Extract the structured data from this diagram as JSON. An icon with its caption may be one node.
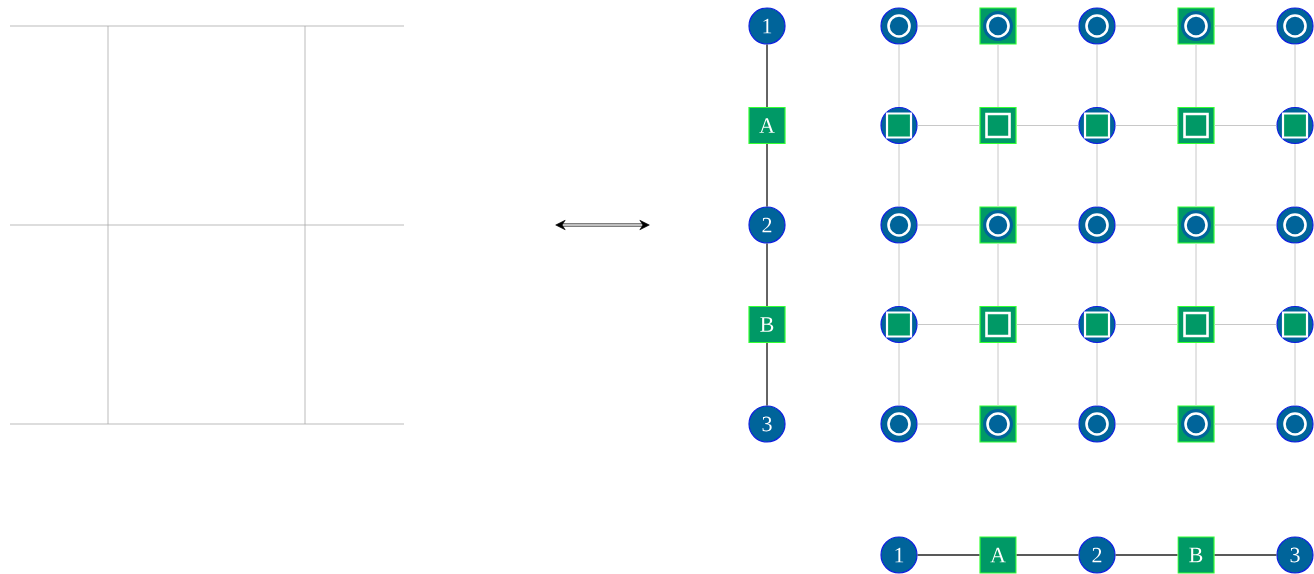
{
  "diagram": {
    "nodes": [
      {
        "text": [
          "1"
        ]
      },
      {
        "text": [
          "A"
        ]
      },
      {
        "text": [
          "2"
        ]
      },
      {
        "text": [
          "B"
        ]
      },
      {
        "text": [
          "3"
        ]
      },
      {
        "text": [],
        "shape": "circle"
      },
      {
        "text": [],
        "shape": "box"
      },
      {
        "text": [],
        "shape": "circle"
      },
      {
        "text": [],
        "shape": "box"
      },
      {
        "text": [],
        "shape": "circle"
      },
      {
        "text": [],
        "shape": "circle"
      },
      {
        "text": [],
        "shape": "box"
      },
      {
        "text": [],
        "shape": "circle"
      },
      {
        "text": [],
        "shape": "box"
      },
      {
        "text": [],
        "shape": "circle"
      },
      {
        "text": [],
        "shape": "circle"
      },
      {
        "text": [],
        "shape": "box"
      },
      {
        "text": [],
        "shape": "circle"
      },
      {
        "text": [],
        "shape": "box"
      },
      {
        "text": [],
        "shape": "circle"
      },
      {
        "text": [],
        "shape": "circle"
      },
      {
        "text": [],
        "shape": "box"
      },
      {
        "text": [],
        "shape": "circle"
      },
      {
        "text": [],
        "shape": "box"
      },
      {
        "text": [],
        "shape": "circle"
      },
      {
        "text": [],
        "shape": "circle"
      },
      {
        "text": [],
        "shape": "box"
      },
      {
        "text": [],
        "shape": "circle"
      },
      {
        "text": [],
        "shape": "box"
      },
      {
        "text": [],
        "shape": "circle"
      },
      {
        "text": [
          "1"
        ]
      },
      {
        "text": [
          "A"
        ]
      },
      {
        "text": [
          "2"
        ]
      },
      {
        "text": [
          "B"
        ]
      },
      {
        "text": [
          "3"
        ]
      }
    ],
    "edges": [
      {
        "from": 0,
        "to": 1,
        "arrow": "none",
        "color": "#222222"
      },
      {
        "from": 1,
        "to": 2,
        "arrow": "none",
        "color": "#222222"
      },
      {
        "from": 2,
        "to": 3,
        "arrow": "none",
        "color": "#222222"
      },
      {
        "from": 3,
        "to": 4,
        "arrow": "none",
        "color": "#222222"
      },
      {
        "from": 5,
        "to": 6,
        "arrow": "none"
      },
      {
        "from": 6,
        "to": 7,
        "arrow": "none"
      },
      {
        "from": 7,
        "to": 8,
        "arrow": "none"
      },
      {
        "from": 8,
        "to": 9,
        "arrow": "none"
      },
      {
        "from": 10,
        "to": 11,
        "arrow": "none"
      },
      {
        "from": 11,
        "to": 12,
        "arrow": "none"
      },
      {
        "from": 12,
        "to": 13,
        "arrow": "none"
      },
      {
        "from": 13,
        "to": 14,
        "arrow": "none"
      },
      {
        "from": 15,
        "to": 16,
        "arrow": "none"
      },
      {
        "from": 16,
        "to": 17,
        "arrow": "none"
      },
      {
        "from": 17,
        "to": 18,
        "arrow": "none"
      },
      {
        "from": 18,
        "to": 19,
        "arrow": "none"
      },
      {
        "from": 20,
        "to": 21,
        "arrow": "none"
      },
      {
        "from": 21,
        "to": 22,
        "arrow": "none"
      },
      {
        "from": 22,
        "to": 23,
        "arrow": "none"
      },
      {
        "from": 23,
        "to": 24,
        "arrow": "none"
      },
      {
        "from": 25,
        "to": 26,
        "arrow": "none"
      },
      {
        "from": 26,
        "to": 27,
        "arrow": "none"
      },
      {
        "from": 27,
        "to": 28,
        "arrow": "none"
      },
      {
        "from": 28,
        "to": 29,
        "arrow": "none"
      },
      {
        "from": 5,
        "to": 10,
        "arrow": "none"
      },
      {
        "from": 10,
        "to": 15,
        "arrow": "none"
      },
      {
        "from": 15,
        "to": 20,
        "arrow": "none"
      },
      {
        "from": 20,
        "to": 25,
        "arrow": "none"
      },
      {
        "from": 6,
        "to": 11,
        "arrow": "none"
      },
      {
        "from": 11,
        "to": 16,
        "arrow": "none"
      },
      {
        "from": 16,
        "to": 21,
        "arrow": "none"
      },
      {
        "from": 21,
        "to": 26,
        "arrow": "none"
      },
      {
        "from": 7,
        "to": 12,
        "arrow": "none"
      },
      {
        "from": 12,
        "to": 17,
        "arrow": "none"
      },
      {
        "from": 17,
        "to": 22,
        "arrow": "none"
      },
      {
        "from": 22,
        "to": 27,
        "arrow": "none"
      },
      {
        "from": 8,
        "to": 13,
        "arrow": "none"
      },
      {
        "from": 13,
        "to": 18,
        "arrow": "none"
      },
      {
        "from": 18,
        "to": 23,
        "arrow": "none"
      },
      {
        "from": 23,
        "to": 28,
        "arrow": "none"
      },
      {
        "from": 9,
        "to": 14,
        "arrow": "none"
      },
      {
        "from": 14,
        "to": 19,
        "arrow": "none"
      },
      {
        "from": 19,
        "to": 24,
        "arrow": "none"
      },
      {
        "from": 24,
        "to": 29,
        "arrow": "none"
      },
      {
        "from": 30,
        "to": 31,
        "arrow": "none",
        "color": "#222222"
      },
      {
        "from": 31,
        "to": 32,
        "arrow": "none",
        "color": "#222222"
      },
      {
        "from": 32,
        "to": 33,
        "arrow": "none",
        "color": "#222222"
      },
      {
        "from": 33,
        "to": 34,
        "arrow": "none",
        "color": "#222222"
      }
    ]
  }
}
